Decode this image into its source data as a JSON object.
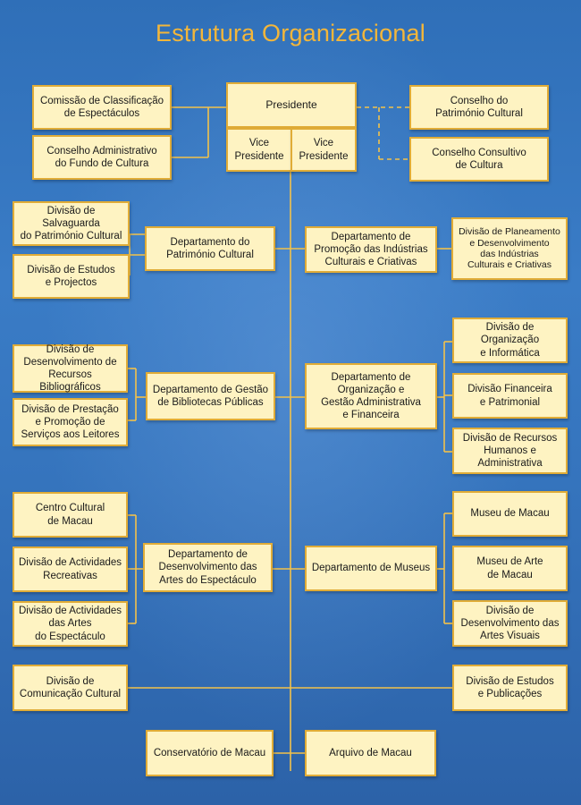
{
  "title": "Estrutura Organizacional",
  "colors": {
    "background": "#3574bd",
    "title": "#f3b63a",
    "box_fill": "#fef3c2",
    "box_border": "#e0ac37",
    "line": "#f3c24a"
  },
  "boxes": {
    "presidente": "Presidente",
    "vice1": "Vice\nPresidente",
    "vice2": "Vice\nPresidente",
    "comissao": "Comissão de Classificação\nde Espectáculos",
    "conselho_admin": "Conselho Administrativo\ndo Fundo de Cultura",
    "conselho_patrimonio": "Conselho do\nPatrimónio Cultural",
    "conselho_consultivo": "Conselho Consultivo\nde Cultura",
    "div_salvaguarda": "Divisão de Salvaguarda\ndo Património Cultural",
    "div_estudos_proj": "Divisão de Estudos\ne Projectos",
    "dep_patrimonio": "Departamento do\nPatrimónio Cultural",
    "dep_promocao": "Departamento de\nPromoção das Indústrias\nCulturais e Criativas",
    "div_planeamento": "Divisão de Planeamento\ne Desenvolvimento\ndas Indústrias\nCulturais e Criativas",
    "div_recursos_biblio": "Divisão de\nDesenvolvimento de\nRecursos Bibliográficos",
    "div_prestacao": "Divisão de Prestação\ne Promoção de\nServiços aos Leitores",
    "dep_bibliotecas": "Departamento de Gestão\nde Bibliotecas Públicas",
    "dep_organizacao": "Departamento de\nOrganização e\nGestão Administrativa\ne Financeira",
    "div_organizacao": "Divisão de Organização\ne Informática",
    "div_financeira": "Divisão Financeira\ne Patrimonial",
    "div_rh": "Divisão de Recursos\nHumanos e\nAdministrativa",
    "centro_cultural": "Centro Cultural\nde Macau",
    "div_actividades": "Divisão de Actividades\nRecreativas",
    "div_actividades_artes": "Divisão de Actividades\ndas Artes\ndo Espectáculo",
    "dep_artes": "Departamento de\nDesenvolvimento das\nArtes do Espectáculo",
    "dep_museus": "Departamento de Museus",
    "museu_macau": "Museu de Macau",
    "museu_arte": "Museu de Arte\nde Macau",
    "div_artes_visuais": "Divisão de\nDesenvolvimento das\nArtes Visuais",
    "div_comunicacao": "Divisão de\nComunicação Cultural",
    "div_estudos_pub": "Divisão de Estudos\ne Publicações",
    "conservatorio": "Conservatório de Macau",
    "arquivo": "Arquivo de Macau"
  }
}
